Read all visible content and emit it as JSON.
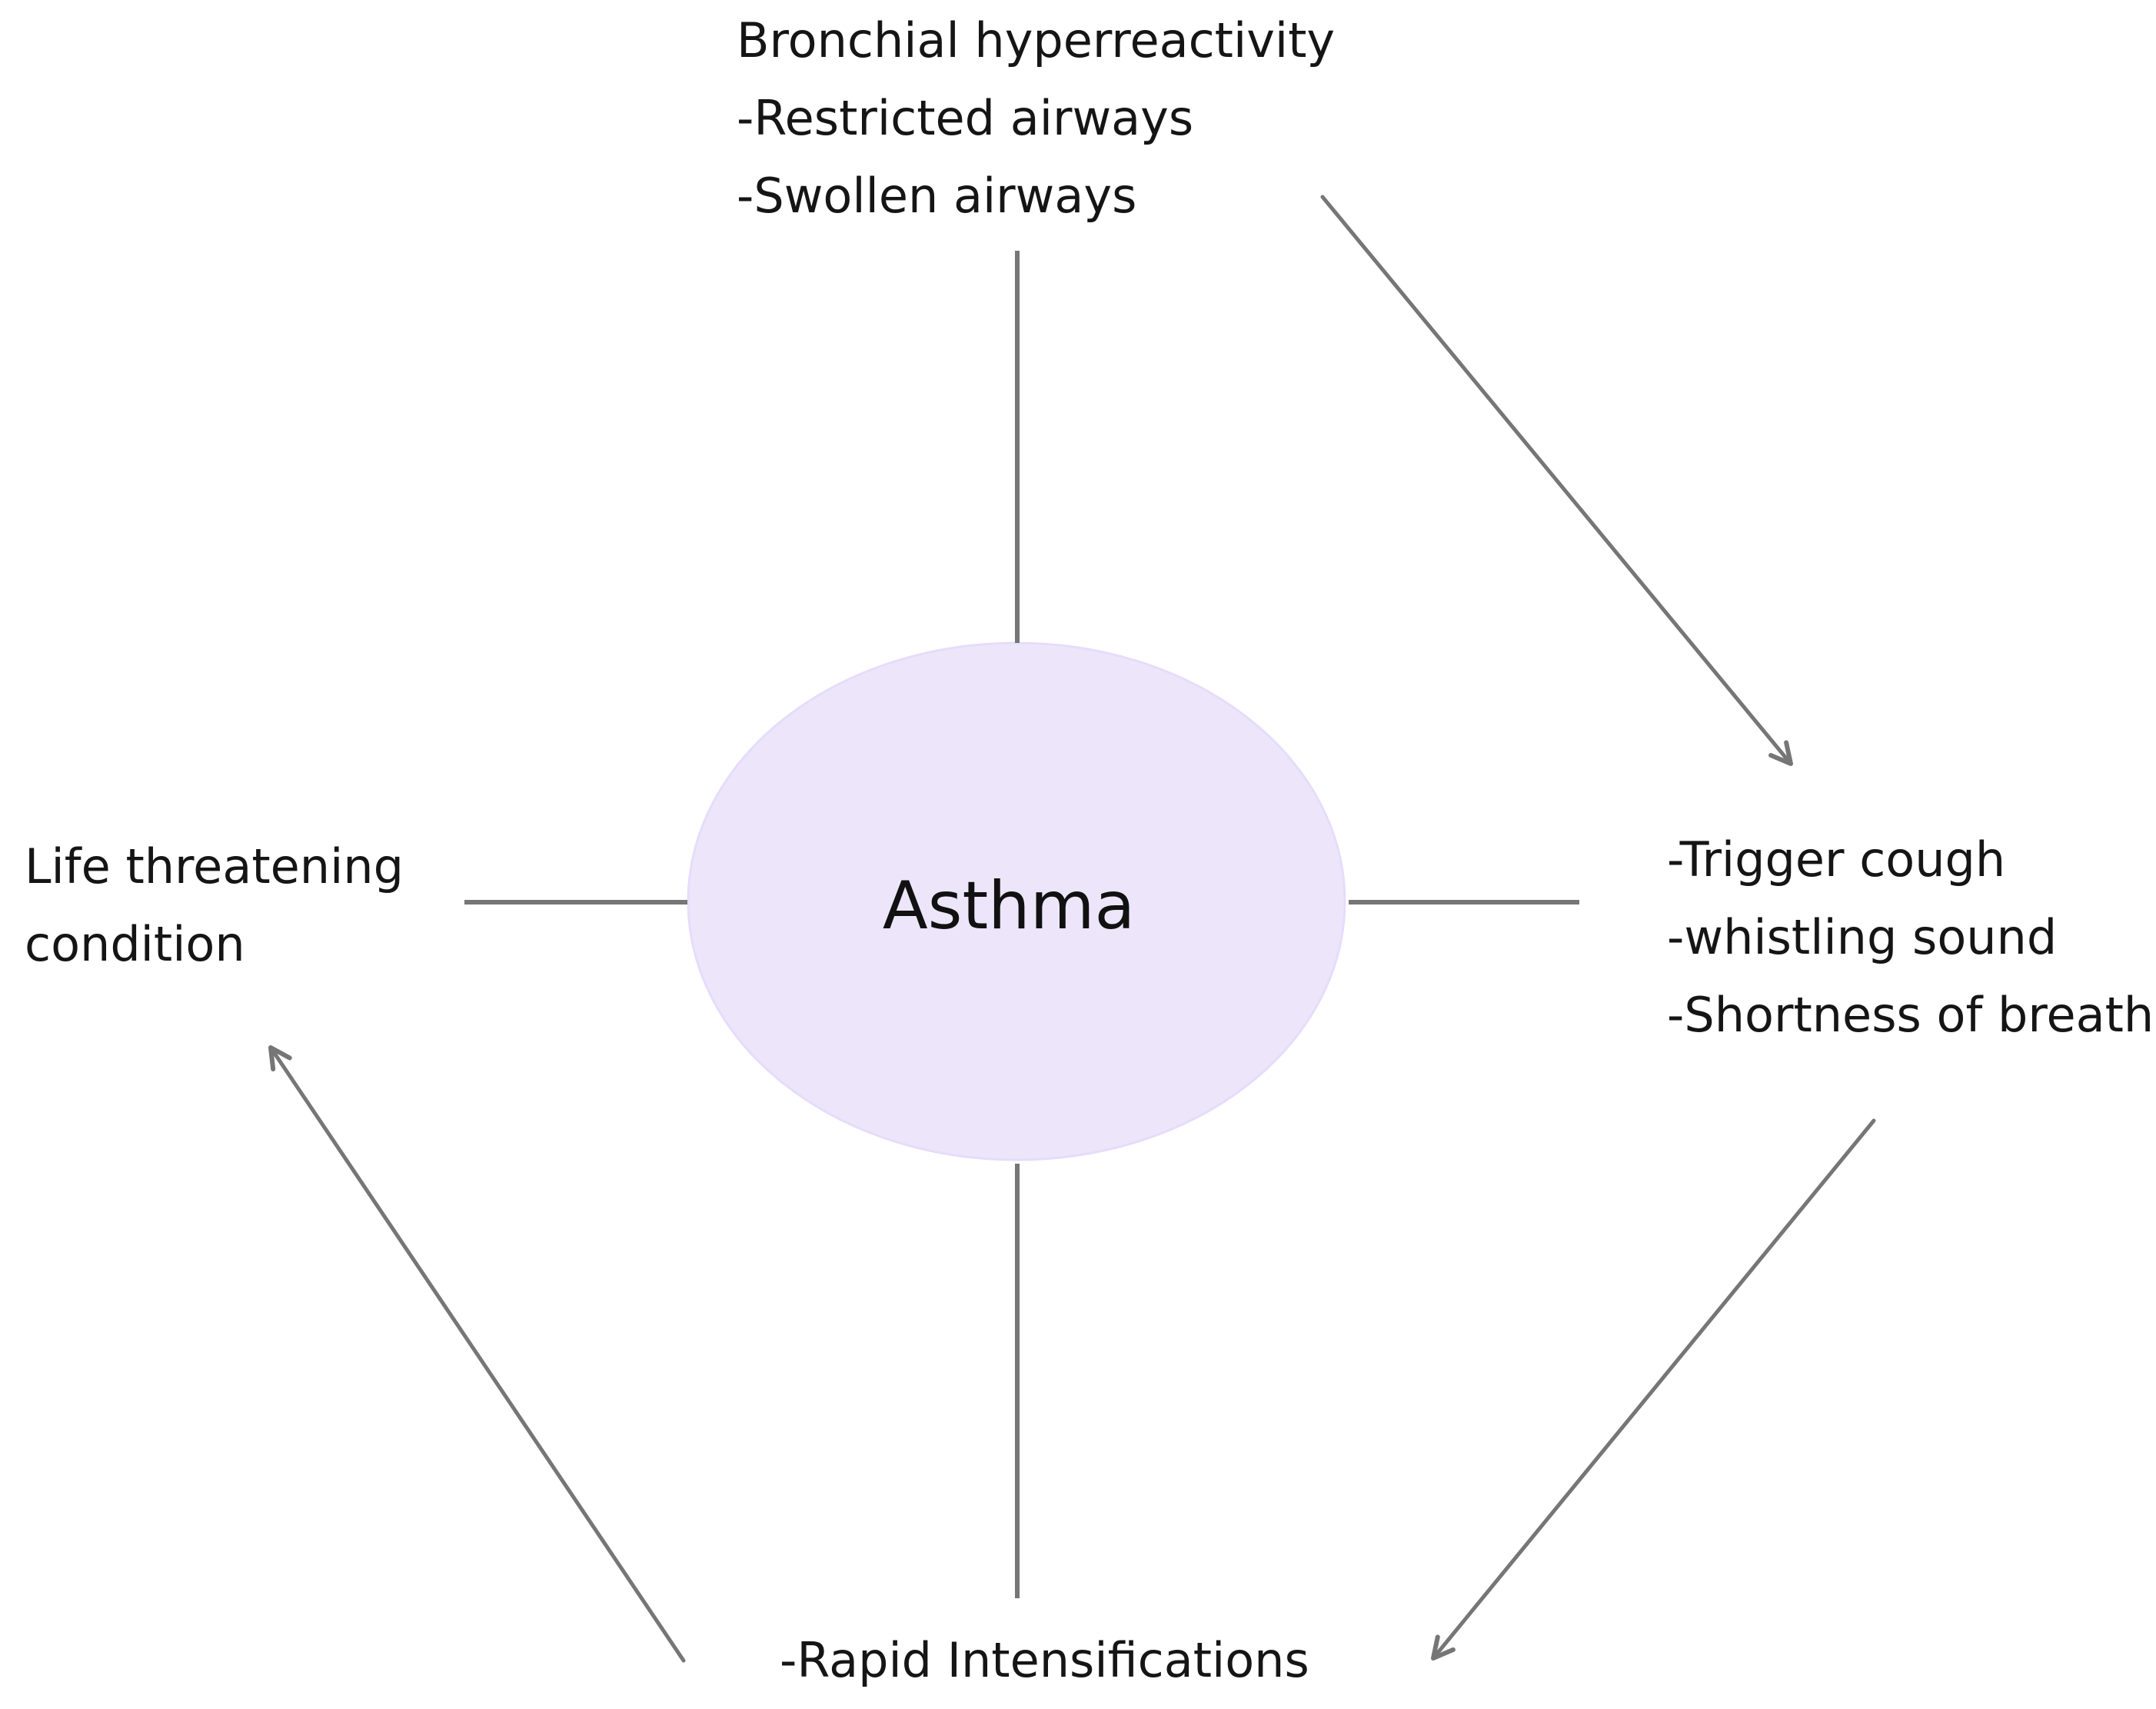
{
  "diagram": {
    "center": {
      "label": "Asthma",
      "fill_color": "#ede6fb"
    },
    "top_node": {
      "lines": [
        "Bronchial hyperreactivity",
        "-Restricted airways",
        "-Swollen airways"
      ]
    },
    "right_node": {
      "lines": [
        "-Trigger cough",
        "-whistling sound",
        "-Shortness of breath"
      ]
    },
    "bottom_node": {
      "lines": [
        "-Rapid Intensifications"
      ]
    },
    "left_node": {
      "lines": [
        "Life threatening",
        "condition"
      ]
    },
    "arrows": [
      {
        "from": "top_node",
        "to": "right_node"
      },
      {
        "from": "right_node",
        "to": "bottom_node"
      },
      {
        "from": "bottom_node",
        "to": "left_node"
      }
    ],
    "connector_color": "#767676",
    "text_color": "#151515"
  }
}
